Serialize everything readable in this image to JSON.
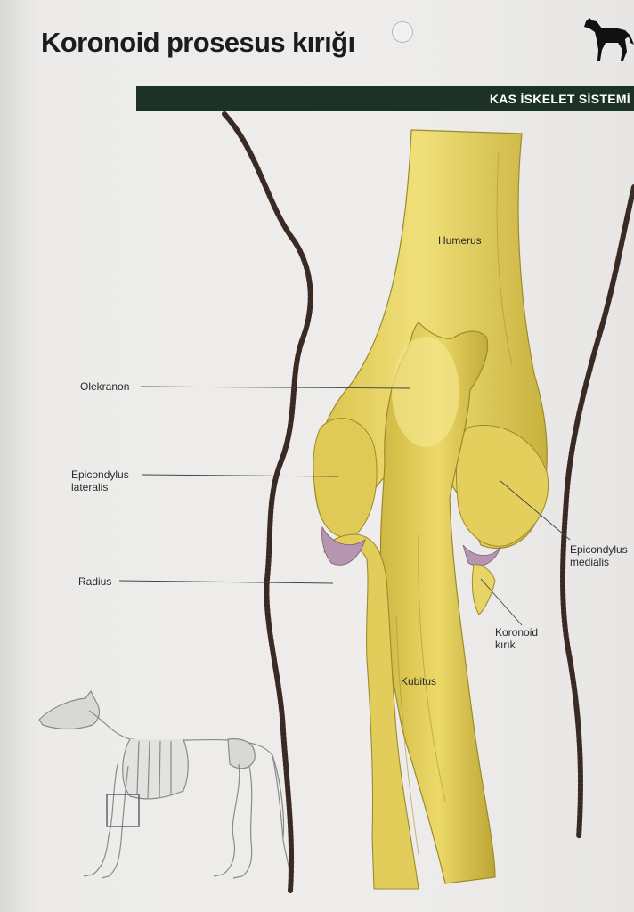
{
  "title": "Koronoid prosesus kırığı",
  "section_band": "KAS İSKELET SİSTEMİ",
  "labels": {
    "humerus": "Humerus",
    "olekranon": "Olekranon",
    "epicondylus_lateralis_1": "Epicondylus",
    "epicondylus_lateralis_2": "lateralis",
    "radius": "Radius",
    "epicondylus_medialis_1": "Epicondylus",
    "epicondylus_medialis_2": "medialis",
    "koronoid_1": "Koronoid",
    "koronoid_2": "kırık",
    "kubitus": "Kubitus"
  },
  "colors": {
    "band": "#1c3226",
    "bone": "#e6d15a",
    "bone_shadow": "#b8a63a",
    "joint": "#a989a6",
    "fur": "#3a2a24"
  },
  "icons": {
    "header_icon": "dog-silhouette-icon",
    "locator": "dog-skeleton-locator"
  }
}
